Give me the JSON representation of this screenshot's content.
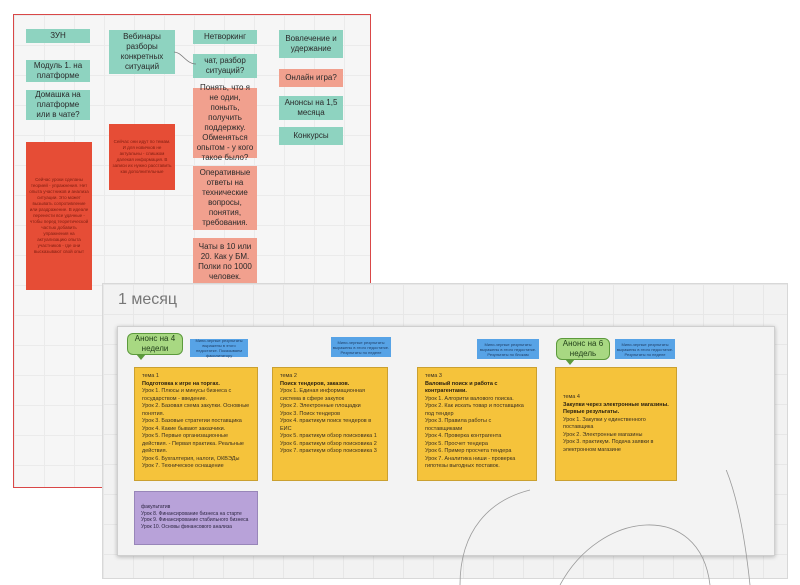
{
  "board1": {
    "zun": "ЗУН",
    "module1": "Модуль 1. на платформе",
    "homework": "Домашка на платформе или в чате?",
    "webinars": "Вебинары разборы конкретных ситуаций",
    "networking": "Нетворкинг",
    "chat_review": "чат, разбор ситуаций?",
    "engagement": "Вовлечение и удержание",
    "online_game": "Онлайн игра?",
    "announce_1_5": "Анонсы на 1,5 месяца",
    "contests": "Конкурсы",
    "understand_note": "Понять, что я не один, поныть, получить поддержку. Обменяться опытом - у кого такое было?",
    "operative_answers": "Оперативные ответы на технические вопросы, понятия, требования.",
    "chats_note": "Чаты в 10 или 20. Как у БМ. Полки по 1000 человек.",
    "red_note_1": "Сейчас уроки сделаны теорией - упражнения. Нет опыта участников и анализа ситуации. Это может вызывать сопротивление или раздражение. В идеале перенести все удачные - чтобы перед теоретической частью добавить упражнения на актуализацию опыта участников - где они высказывают свой опыт",
    "red_note_2": "Сейчас они идут по темам. И для новичков не актуальны - слишком далекая информация. В записи их нужно расставить как дополнительные"
  },
  "board2": {
    "section_title": "1 месяц",
    "callout1": "Анонс на 4 недели",
    "callout2": "Анонс на 6 недель",
    "blue1": "Мини-черные результаты выражены в этого недостатке. Показываем фасилитатору",
    "blue2": "Мини-черные результаты выражены в этого недостатке. Результаты по неделе",
    "blue3": "Мини-черные результаты выражены в этого недостатке. Результаты по блокам",
    "blue4": "Мини-черные результаты выражены в этого недостатке. Результаты по неделе",
    "topic1": {
      "label": "тема 1",
      "title": "Подготовка к игре на торгах.",
      "lines": [
        "Урок 1. Плюсы и минусы бизнеса с государством - введение.",
        "Урок 2. Базовая схема закупки. Основные понятия.",
        "Урок 3. Базовые стратегии поставщика",
        "Урок 4. Какие бывают заказчики.",
        "Урок 5. Первые организационные действия. - Первая практика. Реальные действия.",
        "Урок 6. Бухгалтерия, налоги, ОКВЭДы",
        "Урок 7. Техническое оснащение"
      ]
    },
    "topic2": {
      "label": "тема 2",
      "title": "Поиск тендеров, заказов.",
      "lines": [
        "Урок 1. Единая информационная система в сфере закупок",
        "Урок 2. Электронные площадки",
        "Урок 3. Поиск тендеров",
        "Урок 4. практикум поиск тендеров в ЕИС",
        "Урок 5. практикум обзор поисковика 1",
        "Урок 6. практикум обзор поисковика 2",
        "Урок 7. практикум обзор поисковика 3"
      ]
    },
    "topic3": {
      "label": "тема 3",
      "title": "Валовый поиск и работа с контрагентами.",
      "lines": [
        "Урок 1. Алгоритм валового поиска.",
        "Урок 2. Как искать товар и поставщика под тендер",
        "Урок 3. Правила работы с поставщиками",
        "Урок 4. Проверка контрагента",
        "Урок 5. Просчет тендера",
        "Урок 6. Пример просчета тендера",
        "Урок 7. Аналитика ниши - проверка гипотезы выгодных поставок."
      ]
    },
    "topic4": {
      "label": "тема 4",
      "title": "Закупки через электронные магазины. Первые результаты.",
      "lines": [
        "Урок 1. Закупки у единственного поставщика",
        "Урок 2. Электронные магазины",
        "Урок 3. практикум. Подача заявки в электронном магазине"
      ]
    },
    "purple": {
      "label": "факультатив",
      "lines": [
        "Урок 8. Финансирование бизнеса на старте",
        "Урок 9. Финансирование стабильного бизнеса",
        "Урок 10. Основы финансового анализа"
      ]
    }
  }
}
